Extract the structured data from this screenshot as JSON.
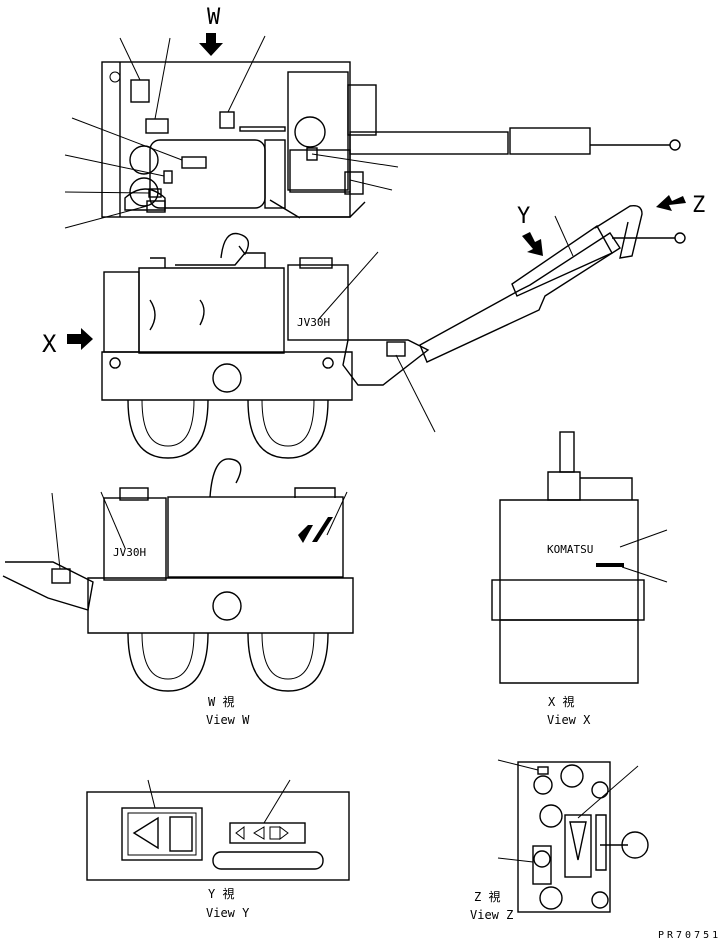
{
  "labels": {
    "arrow_w": "W",
    "arrow_x": "X",
    "arrow_y": "Y",
    "arrow_z": "Z",
    "decal_jv": "JV30H",
    "decal_komatsu": "KOMATSU",
    "view_w_jp": "W 視",
    "view_w_en": "View W",
    "view_x_jp": "X 視",
    "view_x_en": "View X",
    "view_y_jp": "Y 視",
    "view_y_en": "View Y",
    "view_z_jp": "Z 視",
    "view_z_en": "View Z",
    "part_number": "PR70751"
  },
  "colors": {
    "ink": "#000000",
    "paper": "#ffffff"
  },
  "icons": {
    "direction_arrow": "right-arrow-icon",
    "play_triangle": "triangle-left-icon"
  }
}
